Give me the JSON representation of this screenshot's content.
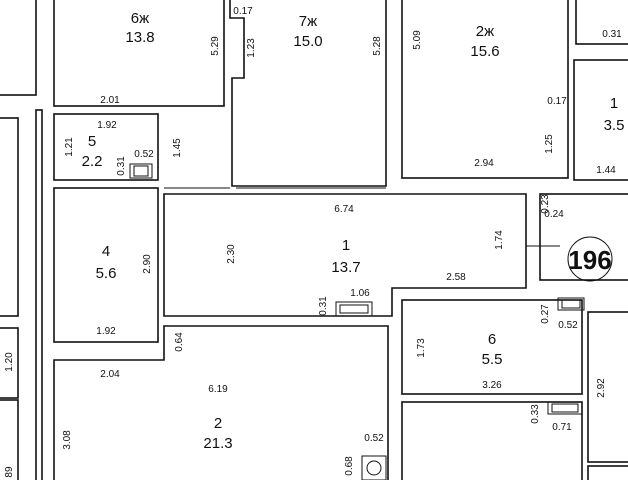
{
  "apartment_number": "196",
  "rooms": [
    {
      "id": "6zh",
      "number": "6ж",
      "area": "13.8"
    },
    {
      "id": "7zh",
      "number": "7ж",
      "area": "15.0"
    },
    {
      "id": "2zh",
      "number": "2ж",
      "area": "15.6"
    },
    {
      "id": "1-right",
      "number": "1",
      "area": "3.5"
    },
    {
      "id": "5",
      "number": "5",
      "area": "2.2"
    },
    {
      "id": "4",
      "number": "4",
      "area": "5.6"
    },
    {
      "id": "1",
      "number": "1",
      "area": "13.7"
    },
    {
      "id": "6",
      "number": "6",
      "area": "5.5"
    },
    {
      "id": "2",
      "number": "2",
      "area": "21.3"
    }
  ],
  "dimensions": {
    "d_029_top": "0.17",
    "d_529": "5.29",
    "d_123": "1.23",
    "d_528": "5.28",
    "d_509": "5.09",
    "d_031_tr": "0.31",
    "d_017_r": "0.17",
    "d_125": "1.25",
    "d_294": "2.94",
    "d_201": "2.01",
    "d_192_top": "1.92",
    "d_121": "1.21",
    "d_145": "1.45",
    "d_031_b5": "0.31",
    "d_052_b5": "0.52",
    "d_144": "1.44",
    "d_023": "0.23",
    "d_024": "0.24",
    "d_674": "6.74",
    "d_230": "2.30",
    "d_174": "1.74",
    "d_290": "2.90",
    "d_258": "2.58",
    "d_192_bot": "1.92",
    "d_031_h": "0.31",
    "d_106": "1.06",
    "d_027": "0.27",
    "d_052_r": "0.52",
    "d_064": "0.64",
    "d_173": "1.73",
    "d_120": "1.20",
    "d_204": "2.04",
    "d_326": "3.26",
    "d_292": "2.92",
    "d_619": "6.19",
    "d_033": "0.33",
    "d_071": "0.71",
    "d_308": "3.08",
    "d_052_b": "0.52",
    "d_068": "0.68",
    "d_89": "89"
  }
}
